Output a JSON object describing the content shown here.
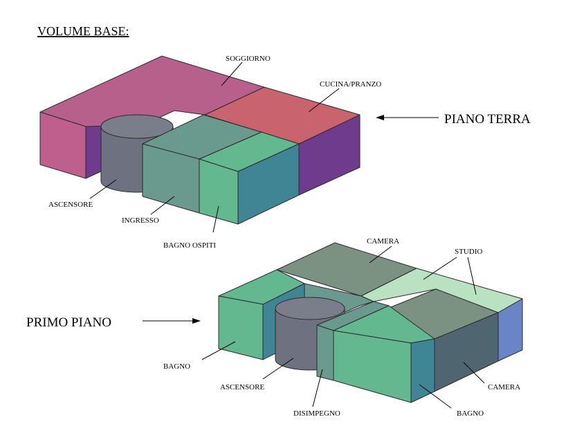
{
  "title": "VOLUME BASE:",
  "ground_floor": {
    "name": "PIANO TERRA",
    "rooms": {
      "living": "SOGGIORNO",
      "kitchen": "CUCINA/PRANZO",
      "elevator": "ASCENSORE",
      "entrance": "INGRESSO",
      "guest_bath": "BAGNO OSPITI"
    }
  },
  "first_floor": {
    "name": "PRIMO PIANO",
    "rooms": {
      "bedroom_top": "CAMERA",
      "study": "STUDIO",
      "bath_left": "BAGNO",
      "elevator": "ASCENSORE",
      "hallway": "DISIMPEGNO",
      "bath_right": "BAGNO",
      "bedroom_right": "CAMERA"
    }
  },
  "colors": {
    "magenta": "#bf5f8d",
    "purple": "#6f3b8c",
    "salmon": "#c9646f",
    "teal": "#6a9a8e",
    "green": "#63b890",
    "blue_teal": "#3f8594",
    "gray_cylinder": "#6e7280",
    "slate_green": "#7b9282",
    "light_green": "#b8e2c2",
    "dark_slate": "#4f6670",
    "blue": "#6a85c6"
  }
}
